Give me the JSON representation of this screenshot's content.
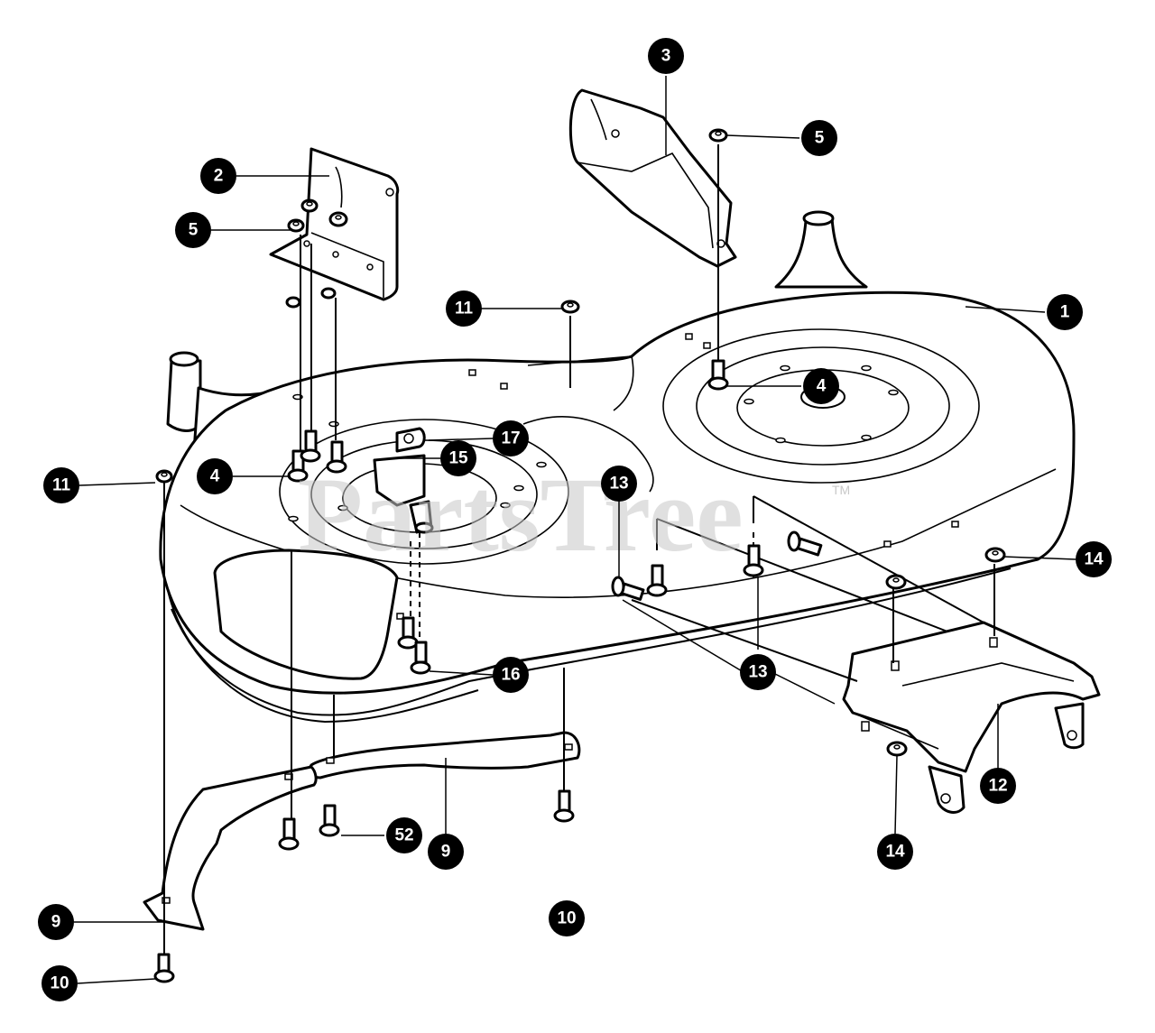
{
  "watermark": {
    "text": "PartsTree",
    "trademark": "TM"
  },
  "callouts": [
    {
      "label": "1"
    },
    {
      "label": "2"
    },
    {
      "label": "3"
    },
    {
      "label": "4"
    },
    {
      "label": "4"
    },
    {
      "label": "5"
    },
    {
      "label": "5"
    },
    {
      "label": "9"
    },
    {
      "label": "9"
    },
    {
      "label": "10"
    },
    {
      "label": "10"
    },
    {
      "label": "11"
    },
    {
      "label": "11"
    },
    {
      "label": "12"
    },
    {
      "label": "13"
    },
    {
      "label": "13"
    },
    {
      "label": "14"
    },
    {
      "label": "14"
    },
    {
      "label": "15"
    },
    {
      "label": "16"
    },
    {
      "label": "17"
    },
    {
      "label": "52"
    }
  ]
}
